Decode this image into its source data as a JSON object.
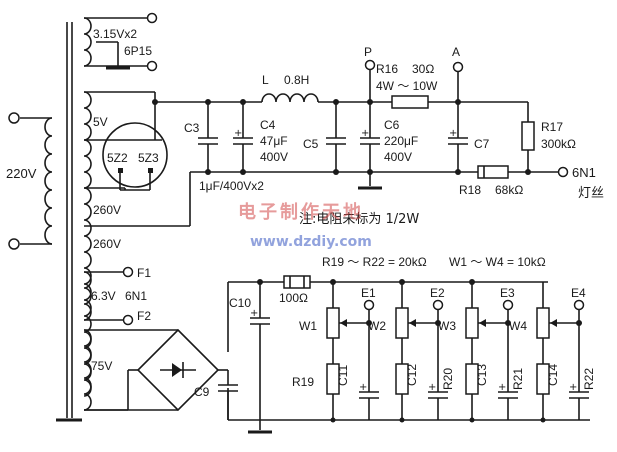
{
  "transformer": {
    "primary_voltage": "220V",
    "taps": [
      "3.15Vx2",
      "6P15",
      "5V",
      "260V",
      "260V",
      "6.3V",
      "6N1",
      "75V"
    ],
    "tap_F1": "F1",
    "tap_F2": "F2"
  },
  "rectifier": {
    "tube1": "5Z2",
    "tube2": "5Z3"
  },
  "filter": {
    "C3": "C3",
    "C4": "C4",
    "C4_value": "47μF",
    "C4_voltage": "400V",
    "L": "L",
    "L_value": "0.8H",
    "C5": "C5",
    "C6": "C6",
    "C6_value": "220μF",
    "C6_voltage": "400V",
    "C3_C5_note": "1μF/400Vx2",
    "P": "P",
    "R16": "R16",
    "R16_value": "30Ω",
    "R16_power": "4W ～ 10W",
    "A": "A",
    "C7": "C7",
    "R17": "R17",
    "R17_value": "300kΩ",
    "R18": "R18",
    "R18_value": "68kΩ",
    "out_tube": "6N1",
    "out_label": "灯丝"
  },
  "note": "注:电阻未标为 1/2W",
  "watermark": {
    "cn": "电子制作天地",
    "url": "www.dzdiy.com"
  },
  "bias": {
    "spec_R": "R19 ～ R22 = 20kΩ",
    "spec_W": "W1 ～ W4 = 10kΩ",
    "R_series": "100Ω",
    "C10": "C10",
    "C9": "C9",
    "W": [
      "W1",
      "W2",
      "W3",
      "W4"
    ],
    "E": [
      "E1",
      "E2",
      "E3",
      "E4"
    ],
    "R_lower": [
      "R19",
      "R20",
      "R21",
      "R22"
    ],
    "C_lower": [
      "C11",
      "C12",
      "C13",
      "C14"
    ]
  },
  "symbols": {
    "cap_plus": "+"
  }
}
